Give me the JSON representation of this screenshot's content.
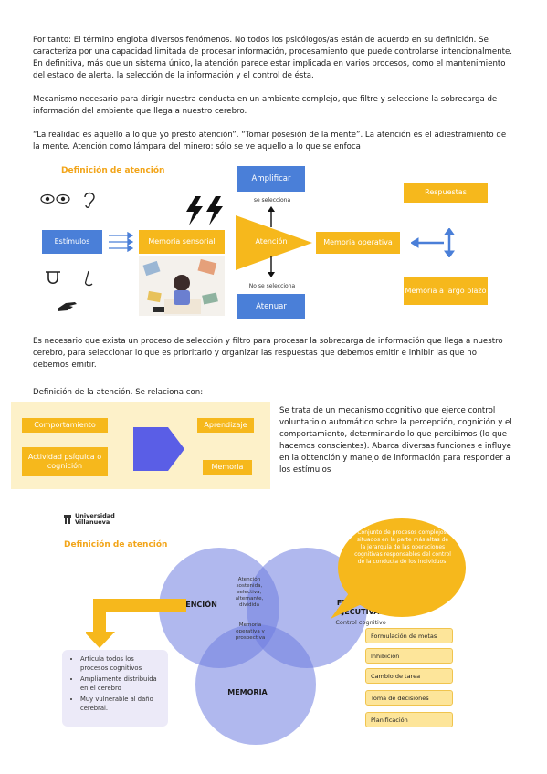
{
  "paragraphs": {
    "p1": "Por tanto: El término engloba diversos fenómenos. No todos los psicólogos/as están de acuerdo en su definición. Se caracteriza por una capacidad limitada de procesar información, procesamiento que puede controlarse intencionalmente. En definitiva, más que un sistema único, la atención parece estar implicada en varios procesos, como el mantenimiento del estado de alerta, la selección de la información y el control de ésta.",
    "p2": "Mecanismo necesario para dirigir nuestra conducta en un ambiente complejo, que filtre y seleccione la sobrecarga de información del ambiente que llega a nuestro cerebro.",
    "p3": "“La realidad es aquello a lo que yo presto atención”. “Tomar posesión de la mente”. La atención es el adiestramiento de la mente. Atención como lámpara del minero: sólo se ve aquello a lo que se enfoca",
    "p4": "Es necesario que exista un proceso de selección y filtro para procesar la sobrecarga de información que llega a nuestro cerebro, para seleccionar lo que es prioritario y organizar las respuestas que debemos emitir e inhibir las que no debemos emitir.",
    "p5": "Definición de la atención. Se relaciona con:",
    "p6": "Se trata de un mecanismo cognitivo que ejerce control voluntario o automático sobre la percepción, cognición y el comportamiento, determinando lo que percibimos (lo que hacemos conscientes). Abarca diversas funciones e influye en la obtención y manejo de información para responder a los estímulos"
  },
  "fig1": {
    "title": "Definición de atención",
    "estimulos": "Estímulos",
    "memoria_sensorial": "Memoria sensorial",
    "atencion": "Atención",
    "memoria_operativa": "Memoria operativa",
    "amplificar": "Amplificar",
    "se_selecciona": "se selecciona",
    "no_se_selecciona": "No se selecciona",
    "atenuar": "Atenuar",
    "respuestas": "Respuestas",
    "memoria_largo_plazo": "Memoria a largo plazo"
  },
  "fig2": {
    "comportamiento": "Comportamiento",
    "actividad": "Actividad psíquica o cognición",
    "aprendizaje": "Aprendizaje",
    "memoria": "Memoria"
  },
  "fig3": {
    "university_line1": "Universidad",
    "university_line2": "Villanueva",
    "title": "Definición de atención",
    "atencion": "ATENCIÓN",
    "funciones": "FUNCIONES EJECUTIVAS",
    "control": "Control cognitivo",
    "memoria": "MEMORIA",
    "overlap_top": "Atención sostenida, selectiva, alternante, dividida",
    "overlap_center": "Memoria operativa y prospectiva",
    "bubble": "Conjunto de procesos complejos, situados en la parte más altas de la jerarquía de las operaciones cognitivas responsables del control de la conducta de los individuos.",
    "list": [
      "Articula todos los procesos cognitivos",
      "Ampliamente distribuida en el cerebro",
      "Muy vulnerable al daño cerebral."
    ],
    "tags": [
      "Formulación de metas",
      "Inhibición",
      "Cambio de tarea",
      "Toma de decisiones",
      "Planificación"
    ]
  },
  "colors": {
    "orange": "#f6b81c",
    "blue": "#4a7fd8",
    "circle": "#6f7ee0"
  }
}
